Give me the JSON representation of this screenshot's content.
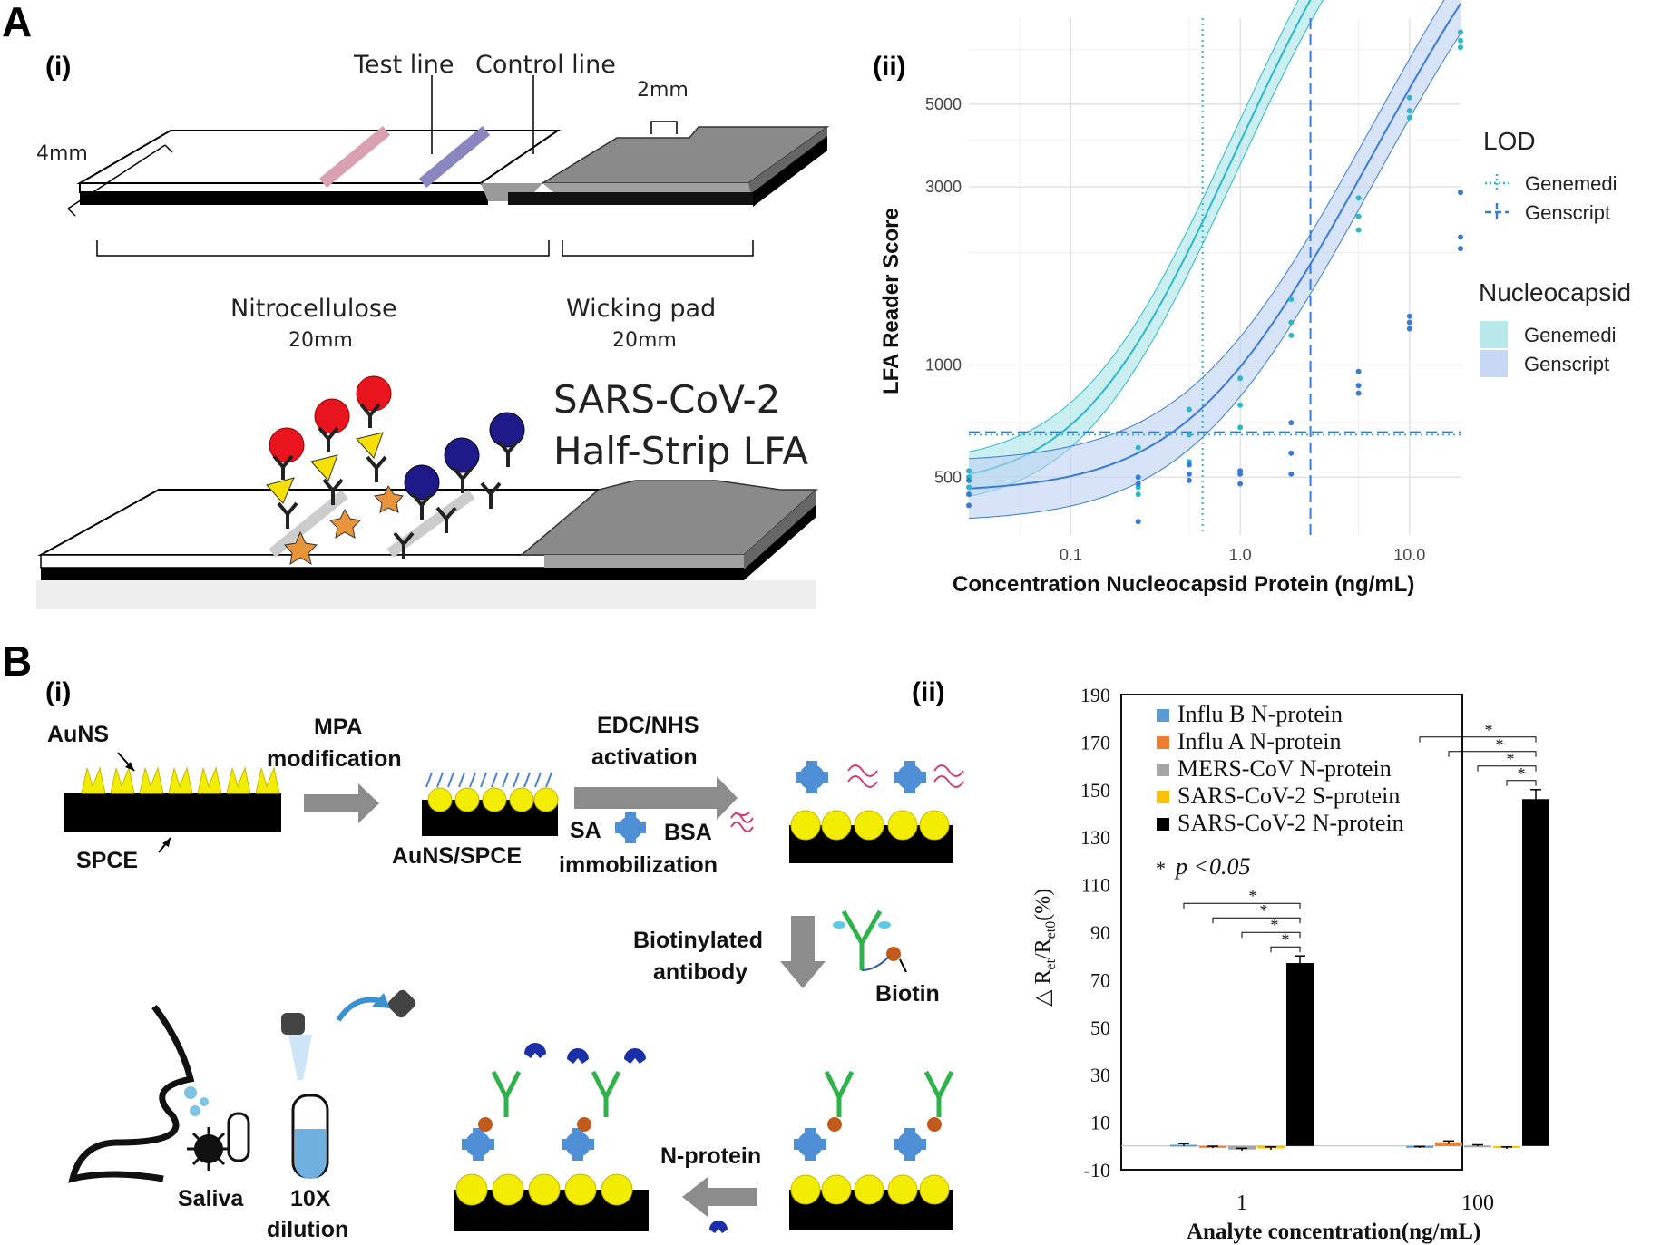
{
  "panel_a": {
    "letter": "A",
    "sub_i": "(i)",
    "sub_ii": "(ii)",
    "strip": {
      "test_line": "Test line",
      "control_line": "Control line",
      "width_label": "4mm",
      "pad_label": "2mm",
      "nitro_label": "Nitrocellulose",
      "nitro_len": "20mm",
      "wick_label": "Wicking pad",
      "wick_len": "20mm",
      "title_line1": "SARS-CoV-2",
      "title_line2": "Half-Strip LFA"
    }
  },
  "chart_a": {
    "xlabel": "Concentration  Nucleocapsid  Protein (ng/mL)",
    "ylabel": "LFA Reader Score",
    "xticks": [
      "0.1",
      "1.0",
      "10.0"
    ],
    "yticks": [
      "500",
      "1000",
      "3000",
      "5000"
    ],
    "legend_lod_title": "LOD",
    "legend_lod_items": [
      "Genemedi",
      "Genscript"
    ],
    "legend_nc_title": "Nucleocapsid",
    "legend_nc_items": [
      "Genemedi",
      "Genscript"
    ],
    "colors": {
      "genemedi": "#2ab8c8",
      "genscript": "#3a7bd5"
    }
  },
  "panel_b": {
    "letter": "B",
    "sub_i": "(i)",
    "sub_ii": "(ii)",
    "labels": {
      "auns": "AuNS",
      "spce": "SPCE",
      "mpa1": "MPA",
      "mpa2": "modification",
      "auns_spce": "AuNS/SPCE",
      "edc1": "EDC/NHS",
      "edc2": "activation",
      "sa": "SA",
      "bsa": "BSA",
      "immob": "immobilization",
      "biotinylated1": "Biotinylated",
      "biotinylated2": "antibody",
      "biotin": "Biotin",
      "nprotein": "N-protein",
      "saliva": "Saliva",
      "dilution1": "10X",
      "dilution2": "dilution"
    }
  },
  "chart_b": {
    "xlabel": "Analyte concentration(ng/mL)",
    "ylabel": "△ R",
    "ylabel_sub1": "et",
    "ylabel_mid": "/R",
    "ylabel_sub2": "et0",
    "ylabel_end": "(%)",
    "yticks": [
      "190",
      "170",
      "150",
      "130",
      "110",
      "90",
      "70",
      "50",
      "30",
      "10",
      "-10"
    ],
    "legend": [
      "Influ B N-protein",
      "Influ A N-protein",
      "MERS-CoV N-protein",
      "SARS-CoV-2 S-protein",
      "SARS-CoV-2 N-protein"
    ],
    "pvalue_star": "*",
    "pvalue_text": "p <0.05",
    "star": "*"
  },
  "chart_data": [
    {
      "type": "scatter",
      "title": "",
      "xlabel": "Concentration  Nucleocapsid  Protein (ng/mL)",
      "ylabel": "LFA Reader Score",
      "x_scale": "log",
      "y_scale": "log",
      "xlim": [
        0.025,
        20
      ],
      "ylim": [
        350,
        8500
      ],
      "grid": true,
      "legend_position": "right",
      "lod": {
        "Genemedi": 0.6,
        "Genscript": 2.6
      },
      "lod_score": {
        "Genemedi": 650,
        "Genscript": 660
      },
      "series": [
        {
          "name": "Genemedi",
          "color": "#2ab8c8",
          "x": [
            0.025,
            0.025,
            0.025,
            0.25,
            0.25,
            0.25,
            0.5,
            0.5,
            0.5,
            1,
            1,
            1,
            2,
            2,
            2,
            5,
            5,
            5,
            10,
            10,
            10,
            20,
            20,
            20
          ],
          "y": [
            470,
            500,
            520,
            600,
            470,
            450,
            760,
            650,
            550,
            920,
            780,
            680,
            1500,
            1300,
            1200,
            2800,
            2500,
            2300,
            5200,
            4800,
            4600,
            7800,
            7400,
            7100
          ]
        },
        {
          "name": "Genscript",
          "color": "#3a7bd5",
          "x": [
            0.025,
            0.025,
            0.025,
            0.25,
            0.25,
            0.25,
            0.5,
            0.5,
            0.5,
            1,
            1,
            1,
            2,
            2,
            2,
            5,
            5,
            5,
            10,
            10,
            10,
            20,
            20,
            20
          ],
          "y": [
            420,
            450,
            490,
            380,
            480,
            500,
            490,
            510,
            540,
            480,
            510,
            520,
            510,
            580,
            700,
            880,
            960,
            840,
            1250,
            1350,
            1300,
            2900,
            2200,
            2050
          ]
        }
      ]
    },
    {
      "type": "bar",
      "title": "",
      "xlabel": "Analyte concentration(ng/mL)",
      "ylabel": "△ Ret/Ret0(%)",
      "categories": [
        "1",
        "100"
      ],
      "ylim": [
        -10,
        190
      ],
      "series": [
        {
          "name": "Influ B N-protein",
          "color": "#5b9bd5",
          "values": [
            0.5,
            -0.5
          ],
          "errors": [
            0.5,
            0.3
          ]
        },
        {
          "name": "Influ A N-protein",
          "color": "#ed7d31",
          "values": [
            -0.5,
            1.5
          ],
          "errors": [
            0.4,
            0.6
          ]
        },
        {
          "name": "MERS-CoV N-protein",
          "color": "#a5a5a5",
          "values": [
            -1.5,
            0.2
          ],
          "errors": [
            0.5,
            0.3
          ]
        },
        {
          "name": "SARS-CoV-2 S-protein",
          "color": "#ffc000",
          "values": [
            -1.0,
            -0.8
          ],
          "errors": [
            0.6,
            0.4
          ]
        },
        {
          "name": "SARS-CoV-2 N-protein",
          "color": "#000000",
          "values": [
            77,
            146
          ],
          "errors": [
            3,
            4
          ]
        }
      ]
    }
  ]
}
